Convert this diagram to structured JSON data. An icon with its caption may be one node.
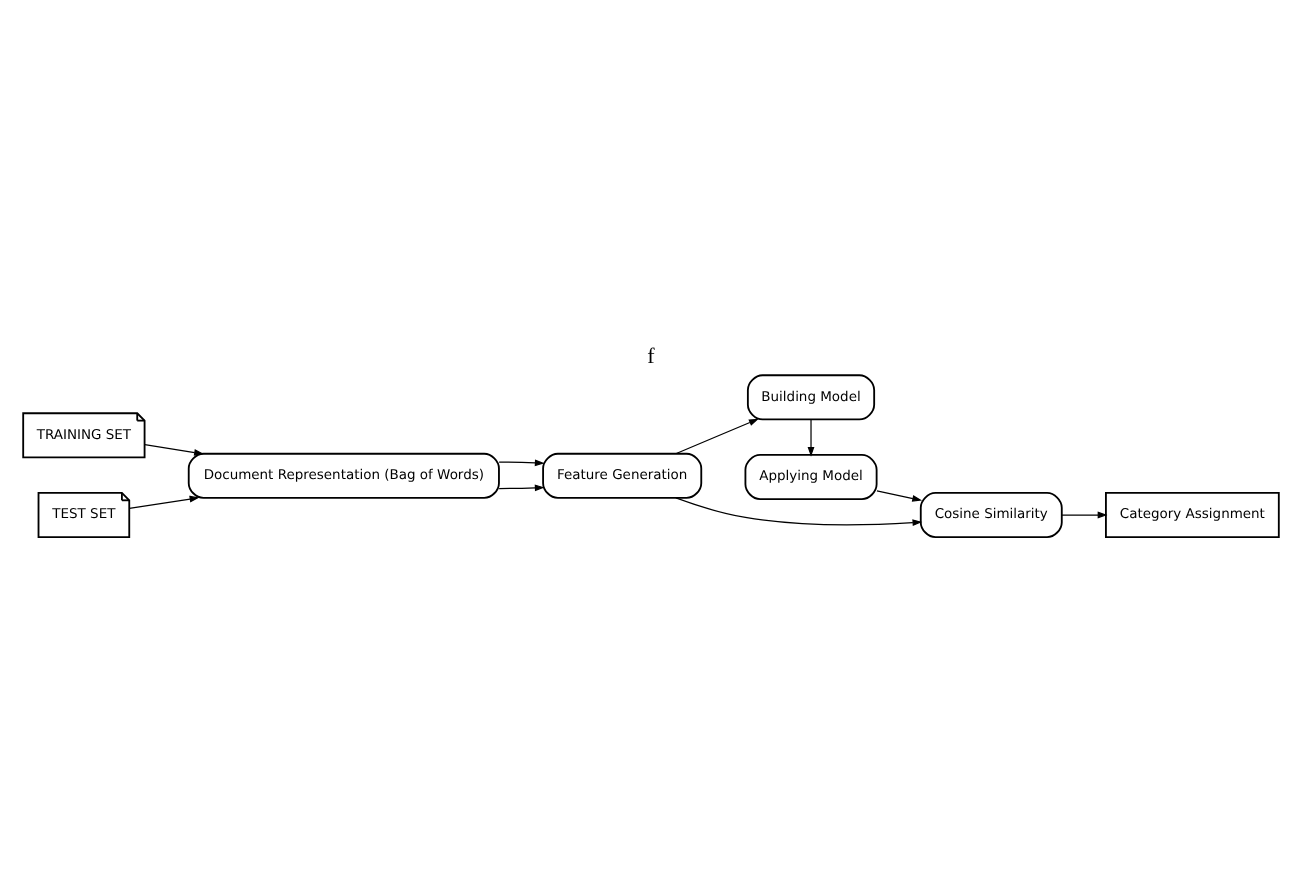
{
  "diagram": {
    "title": "f",
    "nodes": [
      {
        "text": [
          "TRAINING SET"
        ]
      },
      {
        "text": [
          "TEST SET"
        ]
      },
      {
        "text": [
          "Document Representation (Bag of Words)"
        ]
      },
      {
        "text": [
          "Feature Generation"
        ]
      },
      {
        "text": [
          "Building Model"
        ]
      },
      {
        "text": [
          "Applying Model"
        ]
      },
      {
        "text": [
          "Cosine Similarity"
        ]
      },
      {
        "text": [
          "Category Assignment"
        ]
      }
    ],
    "edges": [
      {
        "from": 0,
        "to": 2,
        "arrow": "to"
      },
      {
        "from": 1,
        "to": 2,
        "arrow": "to"
      },
      {
        "from": 2,
        "to": 3,
        "arrow": "to"
      },
      {
        "from": 2,
        "to": 3,
        "arrow": "to"
      },
      {
        "from": 3,
        "to": 4,
        "arrow": "to"
      },
      {
        "from": 4,
        "to": 5,
        "arrow": "to"
      },
      {
        "from": 3,
        "to": 6,
        "arrow": "to"
      },
      {
        "from": 5,
        "to": 6,
        "arrow": "to"
      },
      {
        "from": 6,
        "to": 7,
        "arrow": "to"
      }
    ]
  }
}
